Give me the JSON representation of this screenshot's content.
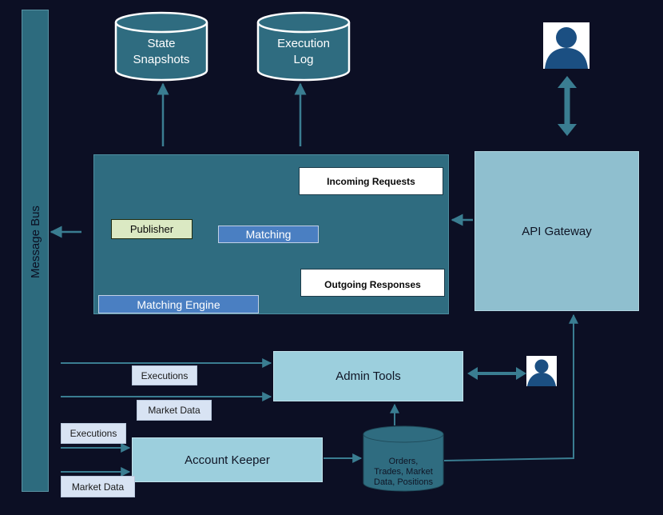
{
  "bus": {
    "label": "Message Bus"
  },
  "databases": {
    "state": {
      "line1": "State",
      "line2": "Snapshots"
    },
    "log": {
      "line1": "Execution",
      "line2": "Log"
    },
    "orders": {
      "line1": "Orders,",
      "line2": "Trades, Market",
      "line3": "Data, Positions"
    }
  },
  "engine": {
    "label": "Matching Engine",
    "publisher": "Publisher",
    "matching": "Matching",
    "incoming": "Incoming Requests",
    "outgoing": "Outgoing Responses"
  },
  "gateway": {
    "label": "API Gateway"
  },
  "admin": {
    "label": "Admin Tools"
  },
  "keeper": {
    "label": "Account Keeper"
  },
  "tags": {
    "admin_executions": "Executions",
    "admin_market_data": "Market Data",
    "keeper_executions": "Executions",
    "keeper_market_data": "Market Data"
  },
  "colors": {
    "background": "#0c0f24",
    "component": "#2f6c80",
    "light_component": "#9ccfdd",
    "arrow": "#3a7d91"
  },
  "icons": [
    "user-icon",
    "user-icon"
  ]
}
